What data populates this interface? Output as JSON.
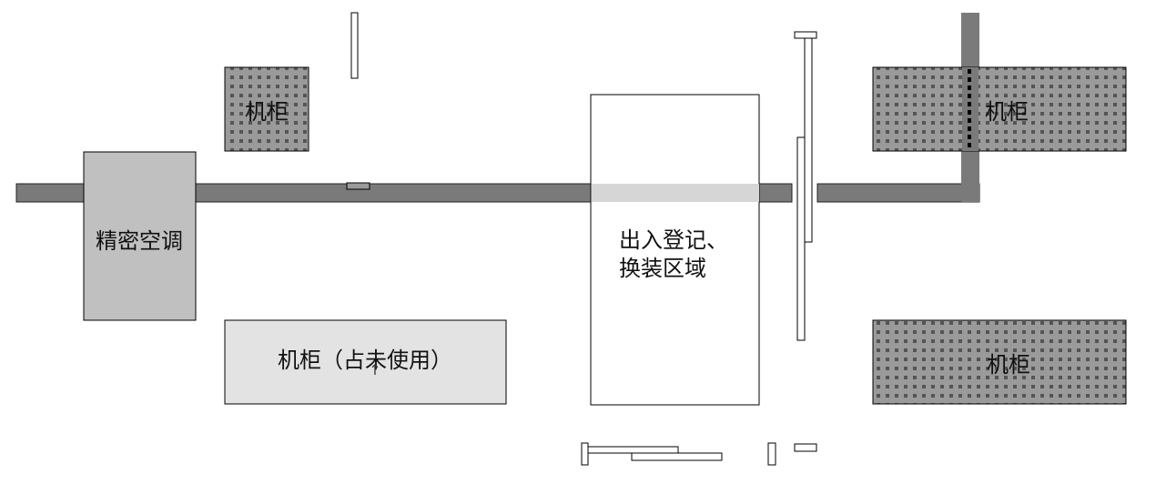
{
  "labels": {
    "cabinet_top_left": "机柜",
    "precision_ac": "精密空调",
    "cabinet_unused": "机柜（占未使用）",
    "registration_line1": "出入登记、",
    "registration_line2": "换装区域",
    "cabinet_top_right": "机柜",
    "cabinet_bottom_right": "机柜"
  },
  "colors": {
    "pipe": "#7a7a7a",
    "ac_unit": "#c0c0c0",
    "unused_cabinet": "#e3e3e3",
    "cabinet_pattern_base": "#9a9a9a",
    "cabinet_pattern_dot": "#555555",
    "outline": "#000000"
  }
}
